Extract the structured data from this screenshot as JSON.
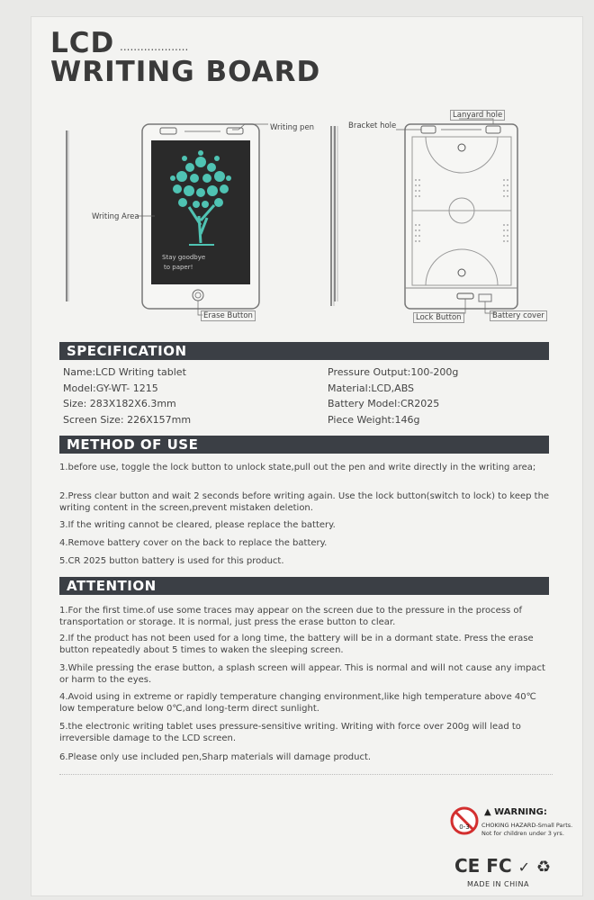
{
  "header": {
    "line1": "LCD",
    "dots": "....................",
    "line2": "WRITING BOARD"
  },
  "diagram": {
    "writing_pen": "Writing pen",
    "writing_area": "Writing Area",
    "erase_button": "Erase Button",
    "screen_text_1": "Stay goodbye",
    "screen_text_2": "to paper!",
    "bracket_hole": "Bracket hole",
    "lanyard_hole": "Lanyard hole",
    "lock_button": "Lock Button",
    "battery_cover": "Battery cover"
  },
  "specification": {
    "heading": "SPECIFICATION",
    "left": [
      "Name:LCD Writing tablet",
      "Model:GY-WT- 1215",
      "Size: 283X182X6.3mm",
      "Screen Size: 226X157mm"
    ],
    "right": [
      "Pressure Output:100-200g",
      "Material:LCD,ABS",
      "Battery Model:CR2025",
      "Piece Weight:146g"
    ]
  },
  "method": {
    "heading": "METHOD OF USE",
    "items": [
      "1.before use, toggle  the lock  button to unlock state,pull out the pen and write directly in the writing area;",
      "2.Press clear button and wait 2 seconds before writing again. Use the lock button(switch to lock) to keep the writing content in the screen,prevent mistaken deletion.",
      "3.If the writing cannot be cleared, please replace the battery.",
      "4.Remove battery cover on the back to replace the battery.",
      "5.CR 2025 button battery is used for this product."
    ]
  },
  "attention": {
    "heading": "ATTENTION",
    "items": [
      "1.For the first time.of use some traces may appear on the screen due to the pressure in the process of transportation or storage. It is  normal, just press the erase button to clear.",
      "2.If the product has not been used for a long time, the battery will be in a dormant state. Press the erase button repeatedly about 5 times to waken the sleeping screen.",
      "3.While pressing the erase button, a splash screen will appear. This is normal and will not cause any impact or harm to the eyes.",
      "4.Avoid using in extreme or rapidly temperature changing environment,like high temperature above 40℃ low temperature below 0℃,and long-term direct sunlight.",
      "5.the electronic writing tablet uses pressure-sensitive writing. Writing with force over 200g will lead to irreversible damage to the LCD screen.",
      "6.Please only use included pen,Sharp materials will damage product."
    ]
  },
  "warning": {
    "title": "WARNING:",
    "line2": "CHOKING HAZARD-Small Parts.",
    "line3": "Not for children under 3 yrs.",
    "age_badge": "0-3",
    "marks": "CE FC",
    "made_in": "MADE IN CHINA"
  },
  "colors": {
    "bar": "#3b3f45",
    "screen": "#2a2a2a",
    "tree": "#4fc3b3",
    "warn_red": "#d32f2f"
  }
}
